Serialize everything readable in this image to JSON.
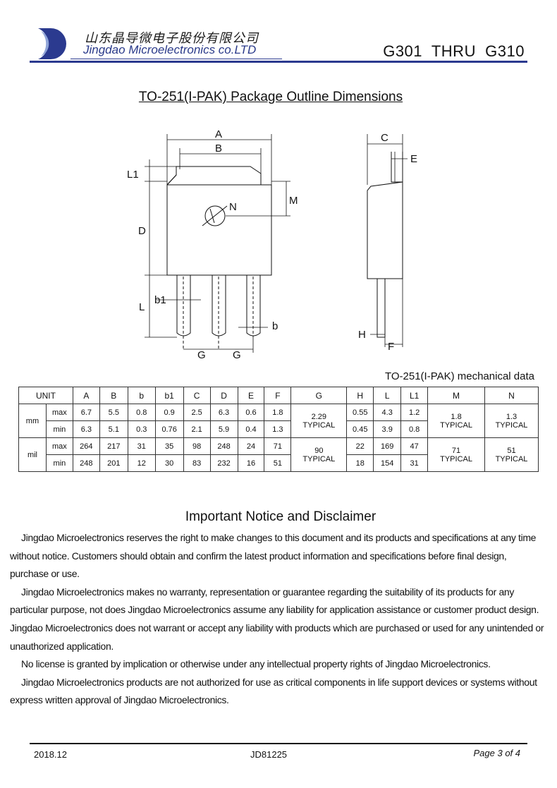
{
  "header": {
    "company_cn": "山东晶导微电子股份有限公司",
    "company_en": "Jingdao Microelectronics co.LTD",
    "part_range": "G301  THRU  G310",
    "brand_color": "#2b3a8f"
  },
  "title": "TO-251(I-PAK) Package Outline Dimensions",
  "drawing_labels": {
    "A": "A",
    "B": "B",
    "L1": "L1",
    "D": "D",
    "M": "M",
    "N": "N",
    "L": "L",
    "b1": "b1",
    "b": "b",
    "G1": "G",
    "G2": "G",
    "C": "C",
    "E": "E",
    "H": "H",
    "F": "F"
  },
  "table": {
    "caption": "TO-251(I-PAK) mechanical data",
    "unit_header": "UNIT",
    "columns": [
      "A",
      "B",
      "b",
      "b1",
      "C",
      "D",
      "E",
      "F",
      "G",
      "H",
      "L",
      "L1",
      "M",
      "N"
    ],
    "groups": [
      {
        "unit": "mm",
        "rows": [
          {
            "type": "max",
            "values": [
              "6.7",
              "5.5",
              "0.8",
              "0.9",
              "2.5",
              "6.3",
              "0.6",
              "1.8",
              "0.55",
              "4.3",
              "1.2"
            ]
          },
          {
            "type": "min",
            "values": [
              "6.3",
              "5.1",
              "0.3",
              "0.76",
              "2.1",
              "5.9",
              "0.4",
              "1.3",
              "0.45",
              "3.9",
              "0.8"
            ]
          }
        ],
        "G": "2.29 TYPICAL",
        "M": "1.8 TYPICAL",
        "N": "1.3 TYPICAL"
      },
      {
        "unit": "mil",
        "rows": [
          {
            "type": "max",
            "values": [
              "264",
              "217",
              "31",
              "35",
              "98",
              "248",
              "24",
              "71",
              "22",
              "169",
              "47"
            ]
          },
          {
            "type": "min",
            "values": [
              "248",
              "201",
              "12",
              "30",
              "83",
              "232",
              "16",
              "51",
              "18",
              "154",
              "31"
            ]
          }
        ],
        "G": "90 TYPICAL",
        "M": "71 TYPICAL",
        "N": "51 TYPICAL"
      }
    ]
  },
  "notice": {
    "title": "Important Notice and Disclaimer",
    "paragraphs": [
      "Jingdao Microelectronics reserves the right to make changes to this document and its products and specifications at any time without notice. Customers should obtain and confirm the latest product information and specifications before final design, purchase or use.",
      "Jingdao Microelectronics makes no warranty, representation or guarantee regarding the suitability of its products for any particular purpose, not does Jingdao Microelectronics assume any liability for application assistance or customer product design. Jingdao Microelectronics does not warrant or accept any liability with products which are purchased or used for any unintended or unauthorized application.",
      "No license is granted by implication or otherwise under any intellectual property rights of Jingdao Microelectronics.",
      "Jingdao Microelectronics products are not authorized for use as critical components in life support devices or systems without express written approval of Jingdao Microelectronics."
    ]
  },
  "footer": {
    "date": "2018.12",
    "doc_code": "JD81225",
    "page": "Page 3 of 4"
  }
}
